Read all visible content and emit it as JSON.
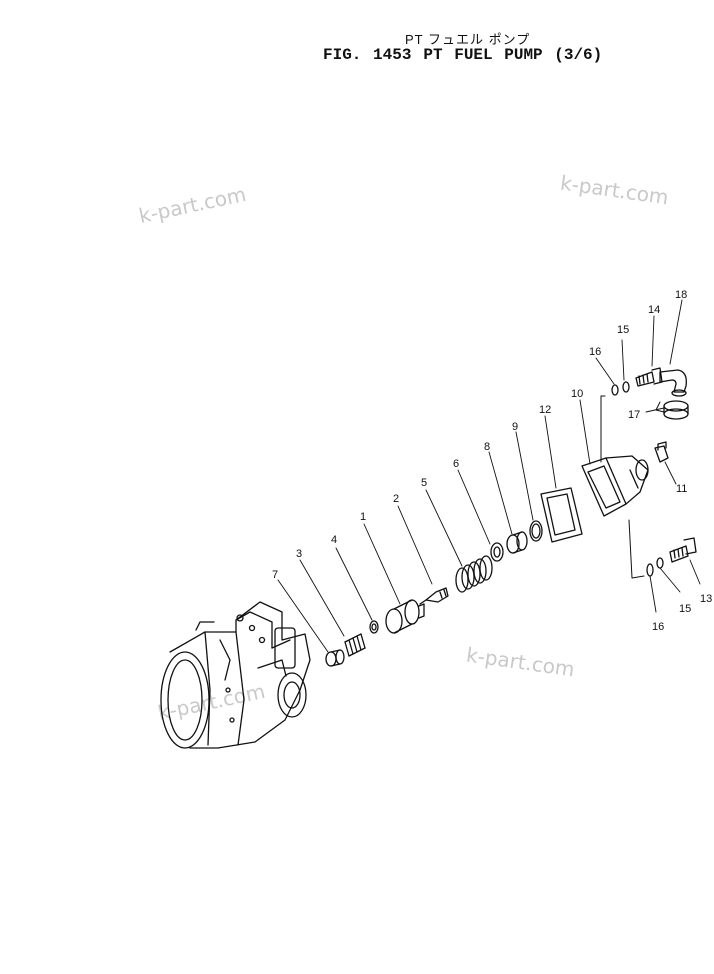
{
  "header": {
    "subtitle_jp": "PT フュエル ポンプ",
    "fig_label": "FIG. 1453",
    "title": "PT  FUEL  PUMP  (3/6)"
  },
  "watermarks": [
    "k-part.com",
    "k-part.com",
    "k-part.com",
    "k-part.com"
  ],
  "callouts": [
    {
      "id": "c1",
      "text": "1"
    },
    {
      "id": "c2",
      "text": "2"
    },
    {
      "id": "c3",
      "text": "3"
    },
    {
      "id": "c4",
      "text": "4"
    },
    {
      "id": "c5",
      "text": "5"
    },
    {
      "id": "c6",
      "text": "6"
    },
    {
      "id": "c7",
      "text": "7"
    },
    {
      "id": "c8",
      "text": "8"
    },
    {
      "id": "c9",
      "text": "9"
    },
    {
      "id": "c10",
      "text": "10"
    },
    {
      "id": "c11",
      "text": "11"
    },
    {
      "id": "c12",
      "text": "12"
    },
    {
      "id": "c13",
      "text": "13"
    },
    {
      "id": "c14",
      "text": "14"
    },
    {
      "id": "c15a",
      "text": "15"
    },
    {
      "id": "c15b",
      "text": "15"
    },
    {
      "id": "c16a",
      "text": "16"
    },
    {
      "id": "c16b",
      "text": "16"
    },
    {
      "id": "c17",
      "text": "17"
    },
    {
      "id": "c18",
      "text": "18"
    }
  ]
}
